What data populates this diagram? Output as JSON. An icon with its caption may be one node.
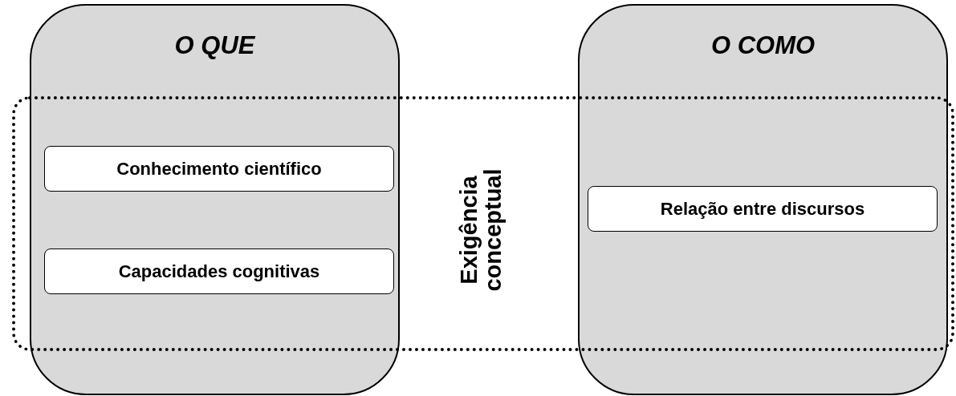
{
  "diagram": {
    "nodes": [
      {
        "text": [
          "O QUE"
        ]
      },
      {
        "text": [
          "Conhecimento científico"
        ]
      },
      {
        "text": [
          "Capacidades cognitivas"
        ]
      },
      {
        "text": [
          "Exigência conceptual"
        ]
      },
      {
        "text": [
          "O COMO"
        ]
      },
      {
        "text": [
          "Relação entre discursos"
        ]
      }
    ]
  }
}
